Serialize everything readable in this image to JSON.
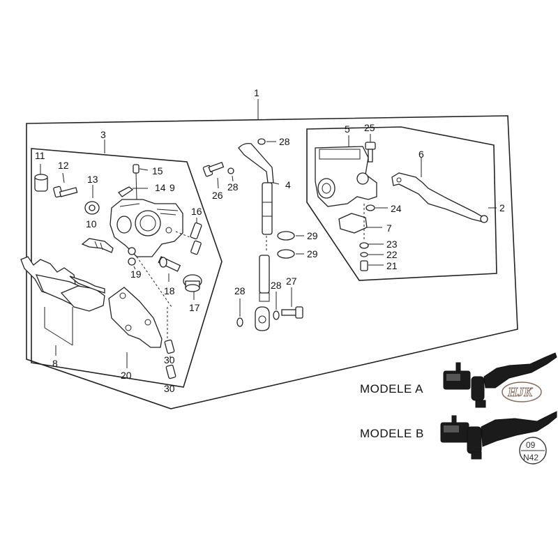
{
  "callouts": {
    "c1": "1",
    "c2": "2",
    "c3": "3",
    "c4": "4",
    "c5": "5",
    "c6": "6",
    "c7": "7",
    "c8": "8",
    "c9": "9",
    "c10": "10",
    "c11": "11",
    "c12": "12",
    "c13": "13",
    "c14": "14",
    "c15": "15",
    "c16": "16",
    "c17": "17",
    "c18": "18",
    "c19": "19",
    "c20": "20",
    "c21": "21",
    "c22": "22",
    "c23": "23",
    "c24": "24",
    "c25": "25",
    "c26": "26",
    "c27": "27",
    "c28a": "28",
    "c28b": "28",
    "c28c": "28",
    "c28d": "28",
    "c29a": "29",
    "c29b": "29",
    "c30a": "30",
    "c30b": "30"
  },
  "models": {
    "a_label": "MODELE A",
    "b_label": "MODELE B",
    "a_logo": "HJK",
    "b_logo_top": "09",
    "b_logo_bottom": "N42"
  },
  "colors": {
    "line": "#222222",
    "part_dark": "#1b1b1b",
    "background": "#ffffff"
  }
}
